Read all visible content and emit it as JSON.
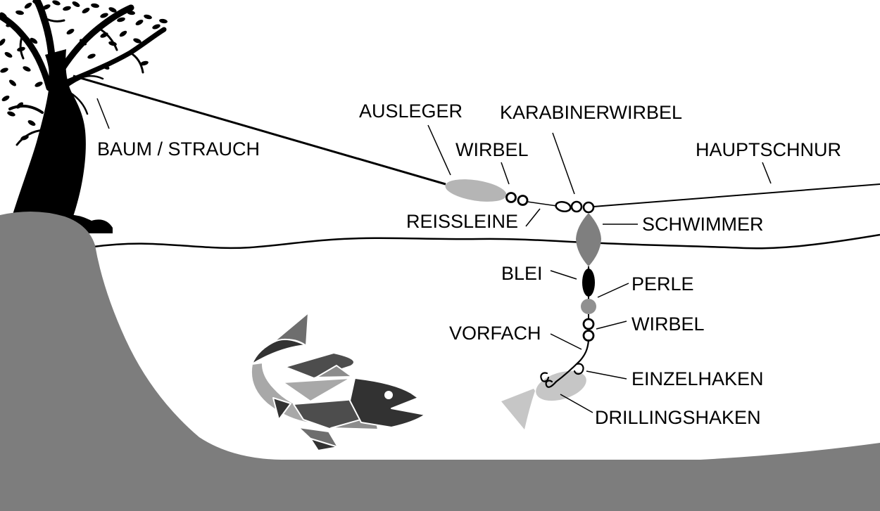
{
  "diagram": {
    "title": "Fishing rig diagram (German)",
    "labels": {
      "baum_strauch": "BAUM / STRAUCH",
      "ausleger": "AUSLEGER",
      "wirbel_top": "WIRBEL",
      "karabinerwirbel": "KARABINERWIRBEL",
      "hauptschnur": "HAUPTSCHNUR",
      "reissleine": "REISSLEINE",
      "schwimmer": "SCHWIMMER",
      "blei": "BLEI",
      "perle": "PERLE",
      "wirbel_bottom": "WIRBEL",
      "vorfach": "VORFACH",
      "einzelhaken": "EINZELHAKEN",
      "drillingshaken": "DRILLINGSHAKEN"
    },
    "colors": {
      "ink": "#000000",
      "white": "#ffffff",
      "bank": "#7d7d7d",
      "ausleger_float": "#b5b5b5",
      "schwimmer_float": "#7f7f7f",
      "blei_weight": "#000000",
      "perle_bead": "#909090",
      "bait_fish": "#c6c6c6",
      "fish_dark": "#323232",
      "fish_mid_dark": "#4d4d4d",
      "fish_mid": "#6e6e6e",
      "fish_mid_light": "#8c8c8c",
      "fish_light": "#a8a8a8"
    }
  }
}
